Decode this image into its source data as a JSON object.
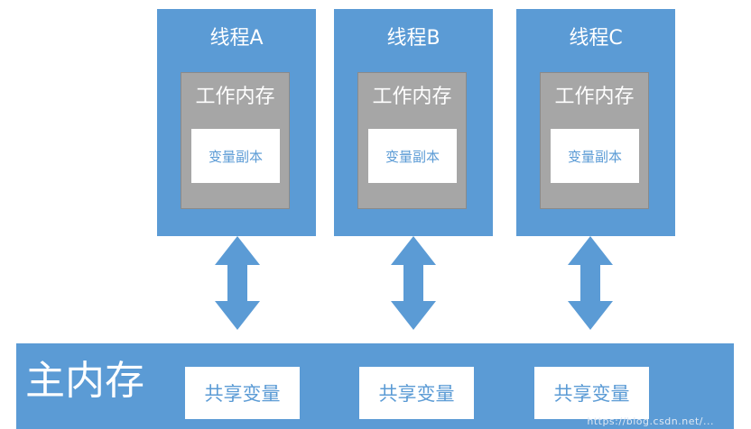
{
  "threads": [
    {
      "title": "线程A",
      "working_memory": "工作内存",
      "variable_copy": "变量副本"
    },
    {
      "title": "线程B",
      "working_memory": "工作内存",
      "variable_copy": "变量副本"
    },
    {
      "title": "线程C",
      "working_memory": "工作内存",
      "variable_copy": "变量副本"
    }
  ],
  "main_memory": {
    "title": "主内存",
    "shared_variables": [
      "共享变量",
      "共享变量",
      "共享变量"
    ]
  },
  "watermark": "https://blog.csdn.net/...",
  "colors": {
    "block_blue": "#5b9bd5",
    "working_memory_gray": "#a6a6a6",
    "card_white": "#ffffff"
  }
}
